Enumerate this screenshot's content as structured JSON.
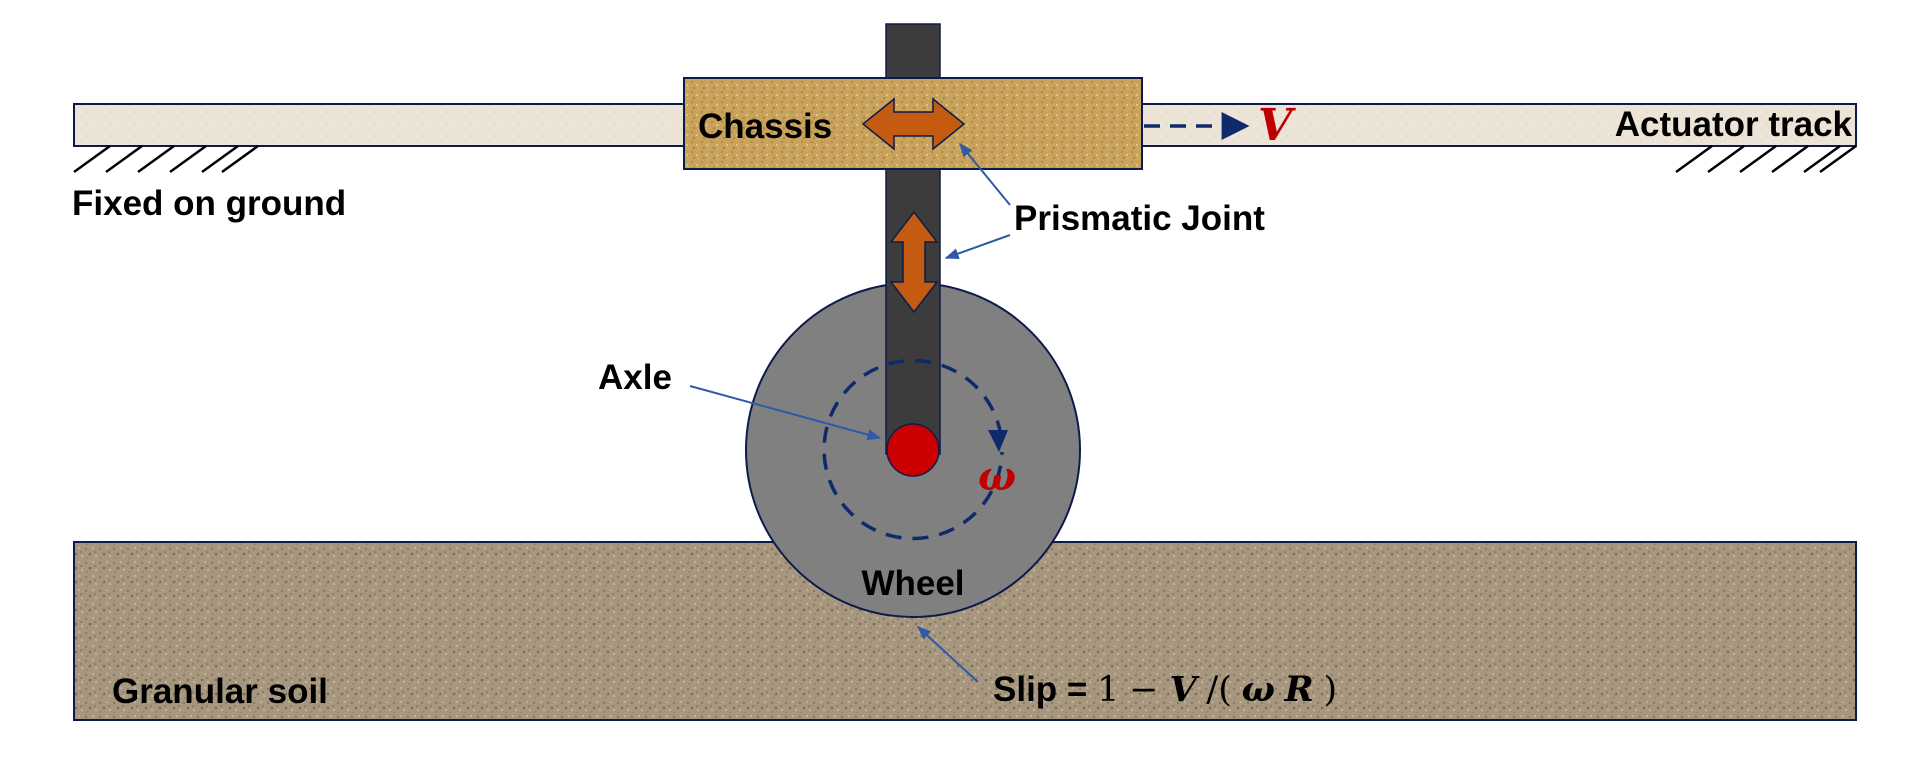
{
  "labels": {
    "chassis": "Chassis",
    "actuator_track": "Actuator track",
    "fixed_on_ground": "Fixed on ground",
    "prismatic_joint": "Prismatic Joint",
    "axle": "Axle",
    "wheel": "Wheel",
    "granular_soil": "Granular soil",
    "velocity_symbol": "V",
    "angular_velocity_symbol": "ω"
  },
  "slip_formula": {
    "prefix": "Slip = ",
    "one": "1",
    "minus": " − ",
    "v": "V",
    "slash": "/(",
    "omega": "ω",
    "r": "R",
    "close": ")"
  },
  "colors": {
    "track_fill": "#ece4d6",
    "outline": "#0d1b4a",
    "chassis_fill": "#c9a25c",
    "rod_fill": "#3c3c3c",
    "wheel_fill": "#808080",
    "axle_fill": "#cc0000",
    "joint_arrow": "#c55a11",
    "soil_fill": "#a8977f",
    "leader_line": "#2e5aa8",
    "motion_arrow": "#0f2a6b",
    "symbol_red": "#c00000"
  }
}
